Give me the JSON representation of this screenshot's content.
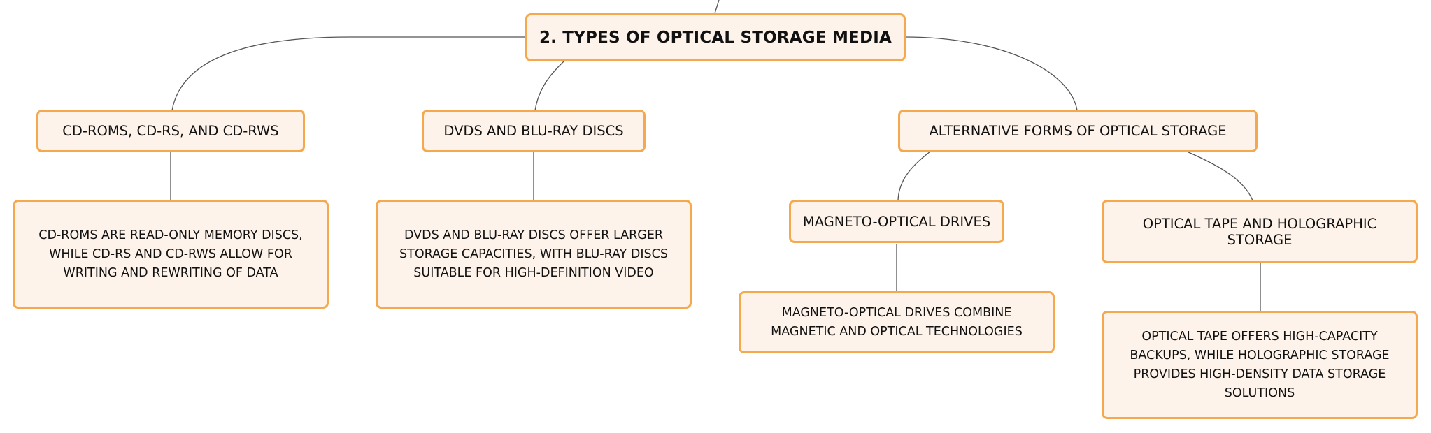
{
  "mindmap": {
    "root": {
      "label": "2. TYPES OF OPTICAL STORAGE MEDIA"
    },
    "branches": [
      {
        "label": "CD-ROMS, CD-RS, AND CD-RWS",
        "detail": "CD-ROMS ARE READ-ONLY MEMORY DISCS, WHILE CD-RS AND CD-RWS ALLOW FOR WRITING AND REWRITING OF DATA"
      },
      {
        "label": "DVDS AND BLU-RAY DISCS",
        "detail": "DVDS AND BLU-RAY DISCS OFFER LARGER STORAGE CAPACITIES, WITH BLU-RAY DISCS SUITABLE FOR HIGH-DEFINITION VIDEO"
      },
      {
        "label": "ALTERNATIVE FORMS OF OPTICAL STORAGE",
        "children": [
          {
            "label": "MAGNETO-OPTICAL DRIVES",
            "detail": "MAGNETO-OPTICAL DRIVES COMBINE MAGNETIC AND OPTICAL TECHNOLOGIES"
          },
          {
            "label": "OPTICAL TAPE AND HOLOGRAPHIC STORAGE",
            "detail": "OPTICAL TAPE OFFERS HIGH-CAPACITY BACKUPS, WHILE HOLOGRAPHIC STORAGE PROVIDES HIGH-DENSITY DATA STORAGE SOLUTIONS"
          }
        ]
      }
    ]
  },
  "colors": {
    "node_border": "#f4a94e",
    "node_fill": "#fef3ea",
    "connector": "#555555",
    "text": "#111111"
  }
}
